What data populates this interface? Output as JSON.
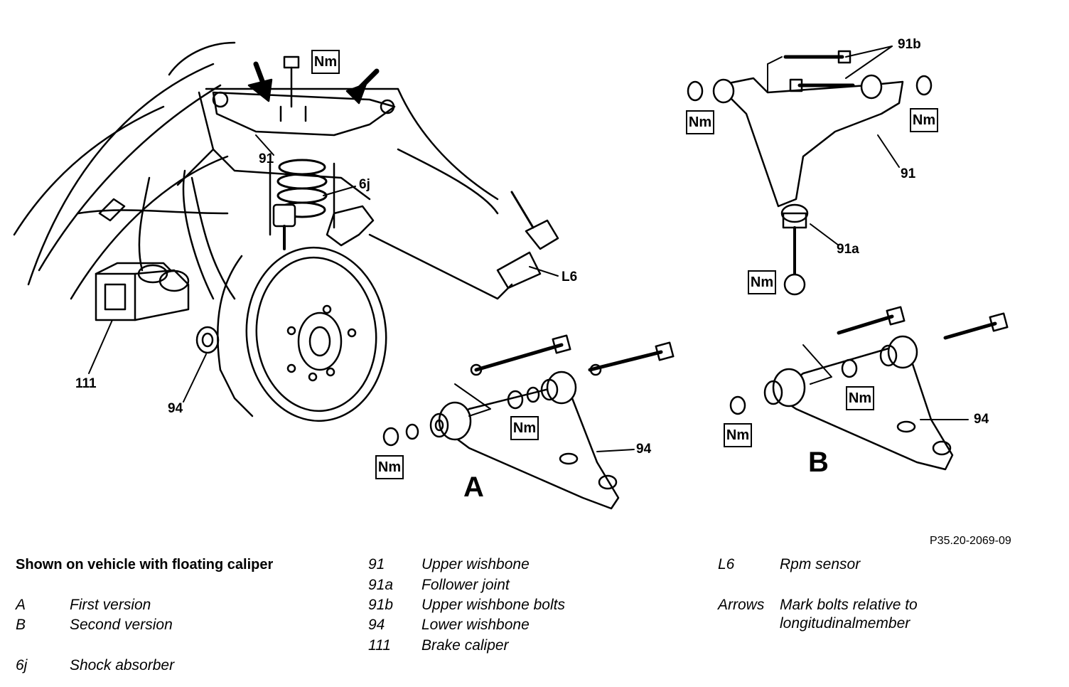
{
  "diagram": {
    "ref_code": "P35.20-2069-09",
    "torque_label": "Nm",
    "callouts": {
      "c91_main": "91",
      "c6j": "6j",
      "cL6": "L6",
      "c111": "111",
      "c94_main": "94",
      "c94_a": "94",
      "c91b": "91b",
      "c91_detail": "91",
      "c91a": "91a",
      "c94_b": "94"
    },
    "version_letters": {
      "a": "A",
      "b": "B"
    }
  },
  "legend": {
    "title": "Shown on vehicle with floating caliper",
    "col1": [
      {
        "code": "A",
        "text": "First version"
      },
      {
        "code": "B",
        "text": "Second version"
      },
      {
        "code": "6j",
        "text": "Shock absorber"
      }
    ],
    "col2": [
      {
        "code": "91",
        "text": "Upper wishbone"
      },
      {
        "code": "91a",
        "text": "Follower joint"
      },
      {
        "code": "91b",
        "text": "Upper wishbone bolts"
      },
      {
        "code": "94",
        "text": "Lower wishbone"
      },
      {
        "code": "111",
        "text": "Brake caliper"
      }
    ],
    "col3": [
      {
        "code": "L6",
        "text": "Rpm sensor"
      },
      {
        "code": "Arrows",
        "text": "Mark bolts relative to",
        "text2": "longitudinalmember"
      }
    ]
  }
}
